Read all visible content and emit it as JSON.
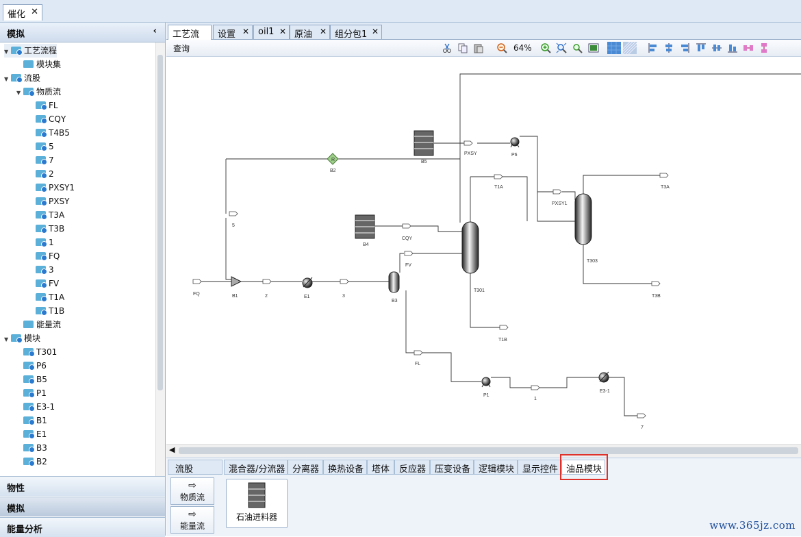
{
  "doc_tab": {
    "label": "催化"
  },
  "nav": {
    "header": "模拟",
    "tree": [
      {
        "label": "工艺流程",
        "level": 0,
        "arrow": "▼",
        "check": true,
        "selected": true
      },
      {
        "label": "模块集",
        "level": 1,
        "arrow": "",
        "check": false
      },
      {
        "label": "流股",
        "level": 0,
        "arrow": "▼",
        "check": true
      },
      {
        "label": "物质流",
        "level": 1,
        "arrow": "▼",
        "check": true
      },
      {
        "label": "FL",
        "level": 2,
        "arrow": "",
        "check": true
      },
      {
        "label": "CQY",
        "level": 2,
        "arrow": "",
        "check": true
      },
      {
        "label": "T4B5",
        "level": 2,
        "arrow": "",
        "check": true
      },
      {
        "label": "5",
        "level": 2,
        "arrow": "",
        "check": true
      },
      {
        "label": "7",
        "level": 2,
        "arrow": "",
        "check": true
      },
      {
        "label": "2",
        "level": 2,
        "arrow": "",
        "check": true
      },
      {
        "label": "PXSY1",
        "level": 2,
        "arrow": "",
        "check": true
      },
      {
        "label": "PXSY",
        "level": 2,
        "arrow": "",
        "check": true
      },
      {
        "label": "T3A",
        "level": 2,
        "arrow": "",
        "check": true
      },
      {
        "label": "T3B",
        "level": 2,
        "arrow": "",
        "check": true
      },
      {
        "label": "1",
        "level": 2,
        "arrow": "",
        "check": true
      },
      {
        "label": "FQ",
        "level": 2,
        "arrow": "",
        "check": true
      },
      {
        "label": "3",
        "level": 2,
        "arrow": "",
        "check": true
      },
      {
        "label": "FV",
        "level": 2,
        "arrow": "",
        "check": true
      },
      {
        "label": "T1A",
        "level": 2,
        "arrow": "",
        "check": true
      },
      {
        "label": "T1B",
        "level": 2,
        "arrow": "",
        "check": true
      },
      {
        "label": "能量流",
        "level": 1,
        "arrow": "",
        "check": false
      },
      {
        "label": "模块",
        "level": 0,
        "arrow": "▼",
        "check": true
      },
      {
        "label": "T301",
        "level": 1,
        "arrow": "",
        "check": true
      },
      {
        "label": "P6",
        "level": 1,
        "arrow": "",
        "check": true
      },
      {
        "label": "B5",
        "level": 1,
        "arrow": "",
        "check": true
      },
      {
        "label": "P1",
        "level": 1,
        "arrow": "",
        "check": true
      },
      {
        "label": "E3-1",
        "level": 1,
        "arrow": "",
        "check": true
      },
      {
        "label": "B1",
        "level": 1,
        "arrow": "",
        "check": true
      },
      {
        "label": "E1",
        "level": 1,
        "arrow": "",
        "check": true
      },
      {
        "label": "B3",
        "level": 1,
        "arrow": "",
        "check": true
      },
      {
        "label": "B2",
        "level": 1,
        "arrow": "",
        "check": true
      }
    ],
    "buttons": {
      "props": "物性",
      "sim": "模拟",
      "energy": "能量分析"
    }
  },
  "tabs": [
    "工艺流程",
    "设置",
    "oil1",
    "原油",
    "组分包1"
  ],
  "toolbar": {
    "query": "查询",
    "zoom": "64%"
  },
  "flowsheet": {
    "labels": {
      "B5": "B5",
      "PXSY": "PXSY",
      "P6": "P6",
      "B2": "B2",
      "T1A": "T1A",
      "T3A": "T3A",
      "PXSY1": "PXSY1",
      "s5": "5",
      "B4": "B4",
      "CQY": "CQY",
      "FV": "FV",
      "T303": "T303",
      "FQ": "FQ",
      "B1": "B1",
      "s2": "2",
      "E1": "E1",
      "s3": "3",
      "B3": "B3",
      "T301": "T301",
      "T3B": "T3B",
      "T1B": "T1B",
      "FL": "FL",
      "P1": "P1",
      "s1": "1",
      "E31": "E3-1",
      "s7": "7"
    }
  },
  "palette": {
    "left_header": "流股",
    "left_buttons": [
      "物质流",
      "能量流"
    ],
    "tabs": [
      "混合器/分流器",
      "分离器",
      "换热设备",
      "塔体",
      "反应器",
      "压变设备",
      "逻辑模块",
      "显示控件",
      "油品模块"
    ],
    "item": "石油进料器"
  },
  "watermark": "www.365jz.com"
}
